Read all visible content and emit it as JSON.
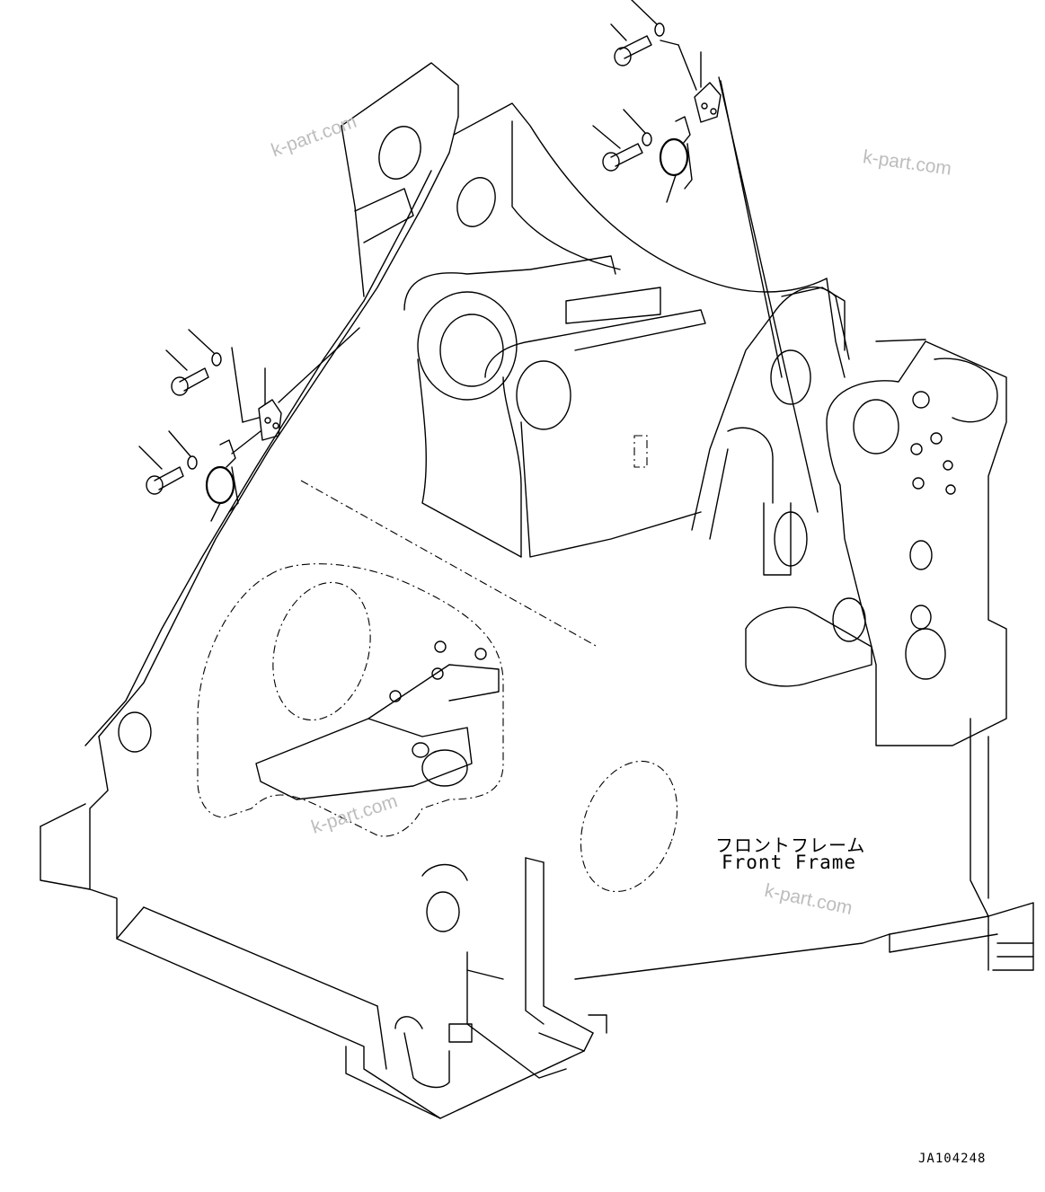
{
  "labels": {
    "component_jp": "フロントフレーム",
    "component_en": "Front Frame",
    "drawing_number": "JA104248"
  },
  "watermarks": [
    "k-part.com",
    "k-part.com",
    "k-part.com",
    "k-part.com"
  ]
}
